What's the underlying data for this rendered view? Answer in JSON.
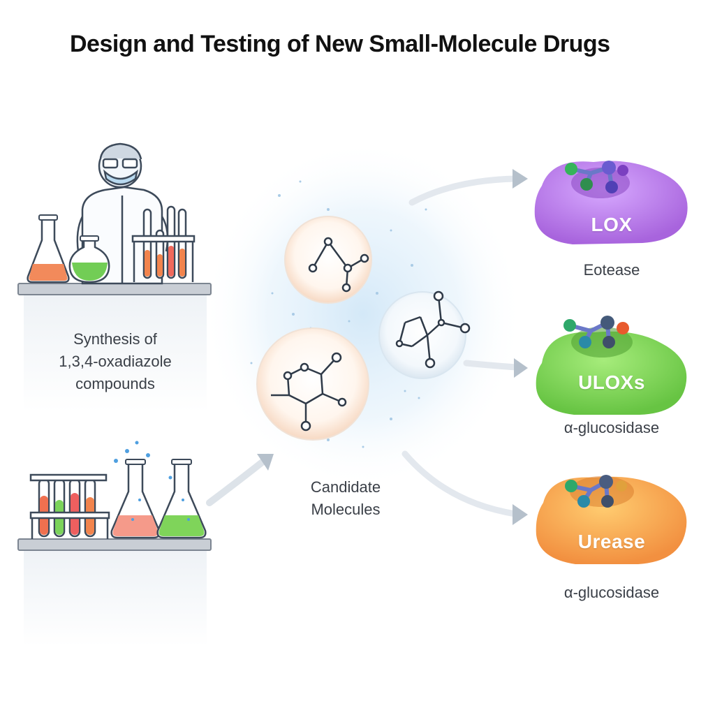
{
  "title": "Design and Testing of New Small-Molecule Drugs",
  "synthesis_label": [
    "Synthesis of",
    "1,3,4-oxadiazole",
    "compounds"
  ],
  "candidate_label": [
    "Candidate",
    "Molecules"
  ],
  "enzymes": [
    {
      "name": "LOX",
      "subtitle": "Eotease",
      "color": "#b77ae6"
    },
    {
      "name": "ULOXs",
      "subtitle": "α-glucosidase",
      "color": "#7fd45a"
    },
    {
      "name": "Urease",
      "subtitle": "α-glucosidase",
      "color": "#f3a24a"
    }
  ]
}
